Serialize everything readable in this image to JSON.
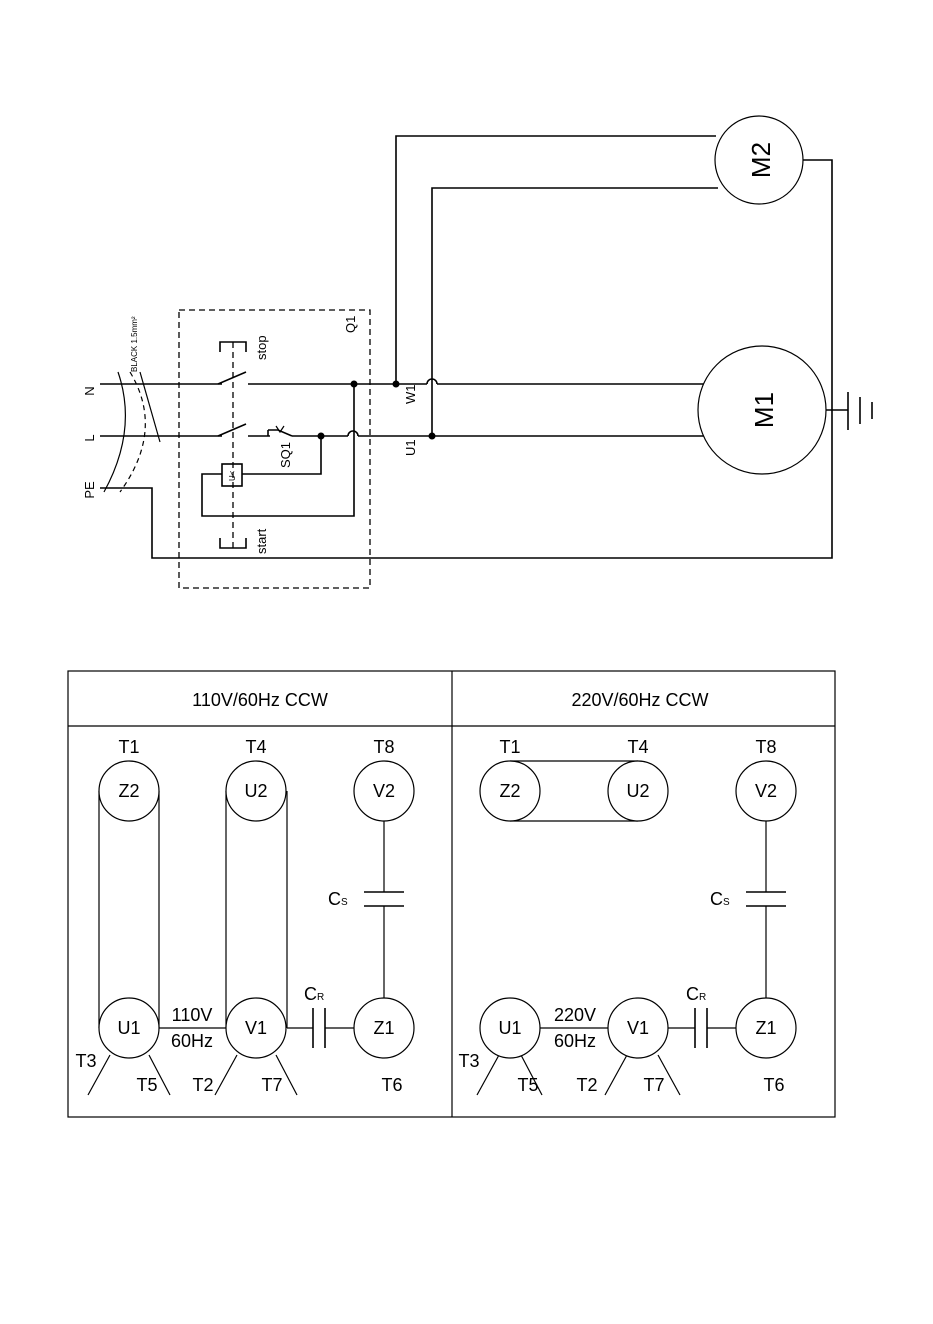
{
  "schematic": {
    "terminals": {
      "n": "N",
      "l": "L",
      "pe": "PE"
    },
    "cable_label": "BLACK 1.5mm²",
    "switch_label": "Q1",
    "stop_label": "stop",
    "start_label": "start",
    "limit_switch_label": "SQ1",
    "coil_label": "U<",
    "w1_label": "W1",
    "u1_label": "U1",
    "motor1_label": "M1",
    "motor2_label": "M2"
  },
  "wiring_table": {
    "left": {
      "header": "110V/60Hz CCW",
      "top_labels": [
        "T1",
        "T4",
        "T8"
      ],
      "top_nodes": [
        "Z2",
        "U2",
        "V2"
      ],
      "bottom_nodes": [
        "U1",
        "V1",
        "Z1"
      ],
      "voltage": "110V",
      "frequency": "60Hz",
      "cap_start": "C",
      "cap_start_sub": "S",
      "cap_run": "C",
      "cap_run_sub": "R",
      "lead_labels": [
        "T3",
        "T5",
        "T2",
        "T7",
        "T6"
      ]
    },
    "right": {
      "header": "220V/60Hz CCW",
      "top_labels": [
        "T1",
        "T4",
        "T8"
      ],
      "top_nodes": [
        "Z2",
        "U2",
        "V2"
      ],
      "bottom_nodes": [
        "U1",
        "V1",
        "Z1"
      ],
      "voltage": "220V",
      "frequency": "60Hz",
      "cap_start": "C",
      "cap_start_sub": "S",
      "cap_run": "C",
      "cap_run_sub": "R",
      "lead_labels": [
        "T3",
        "T5",
        "T2",
        "T7",
        "T6"
      ]
    }
  }
}
